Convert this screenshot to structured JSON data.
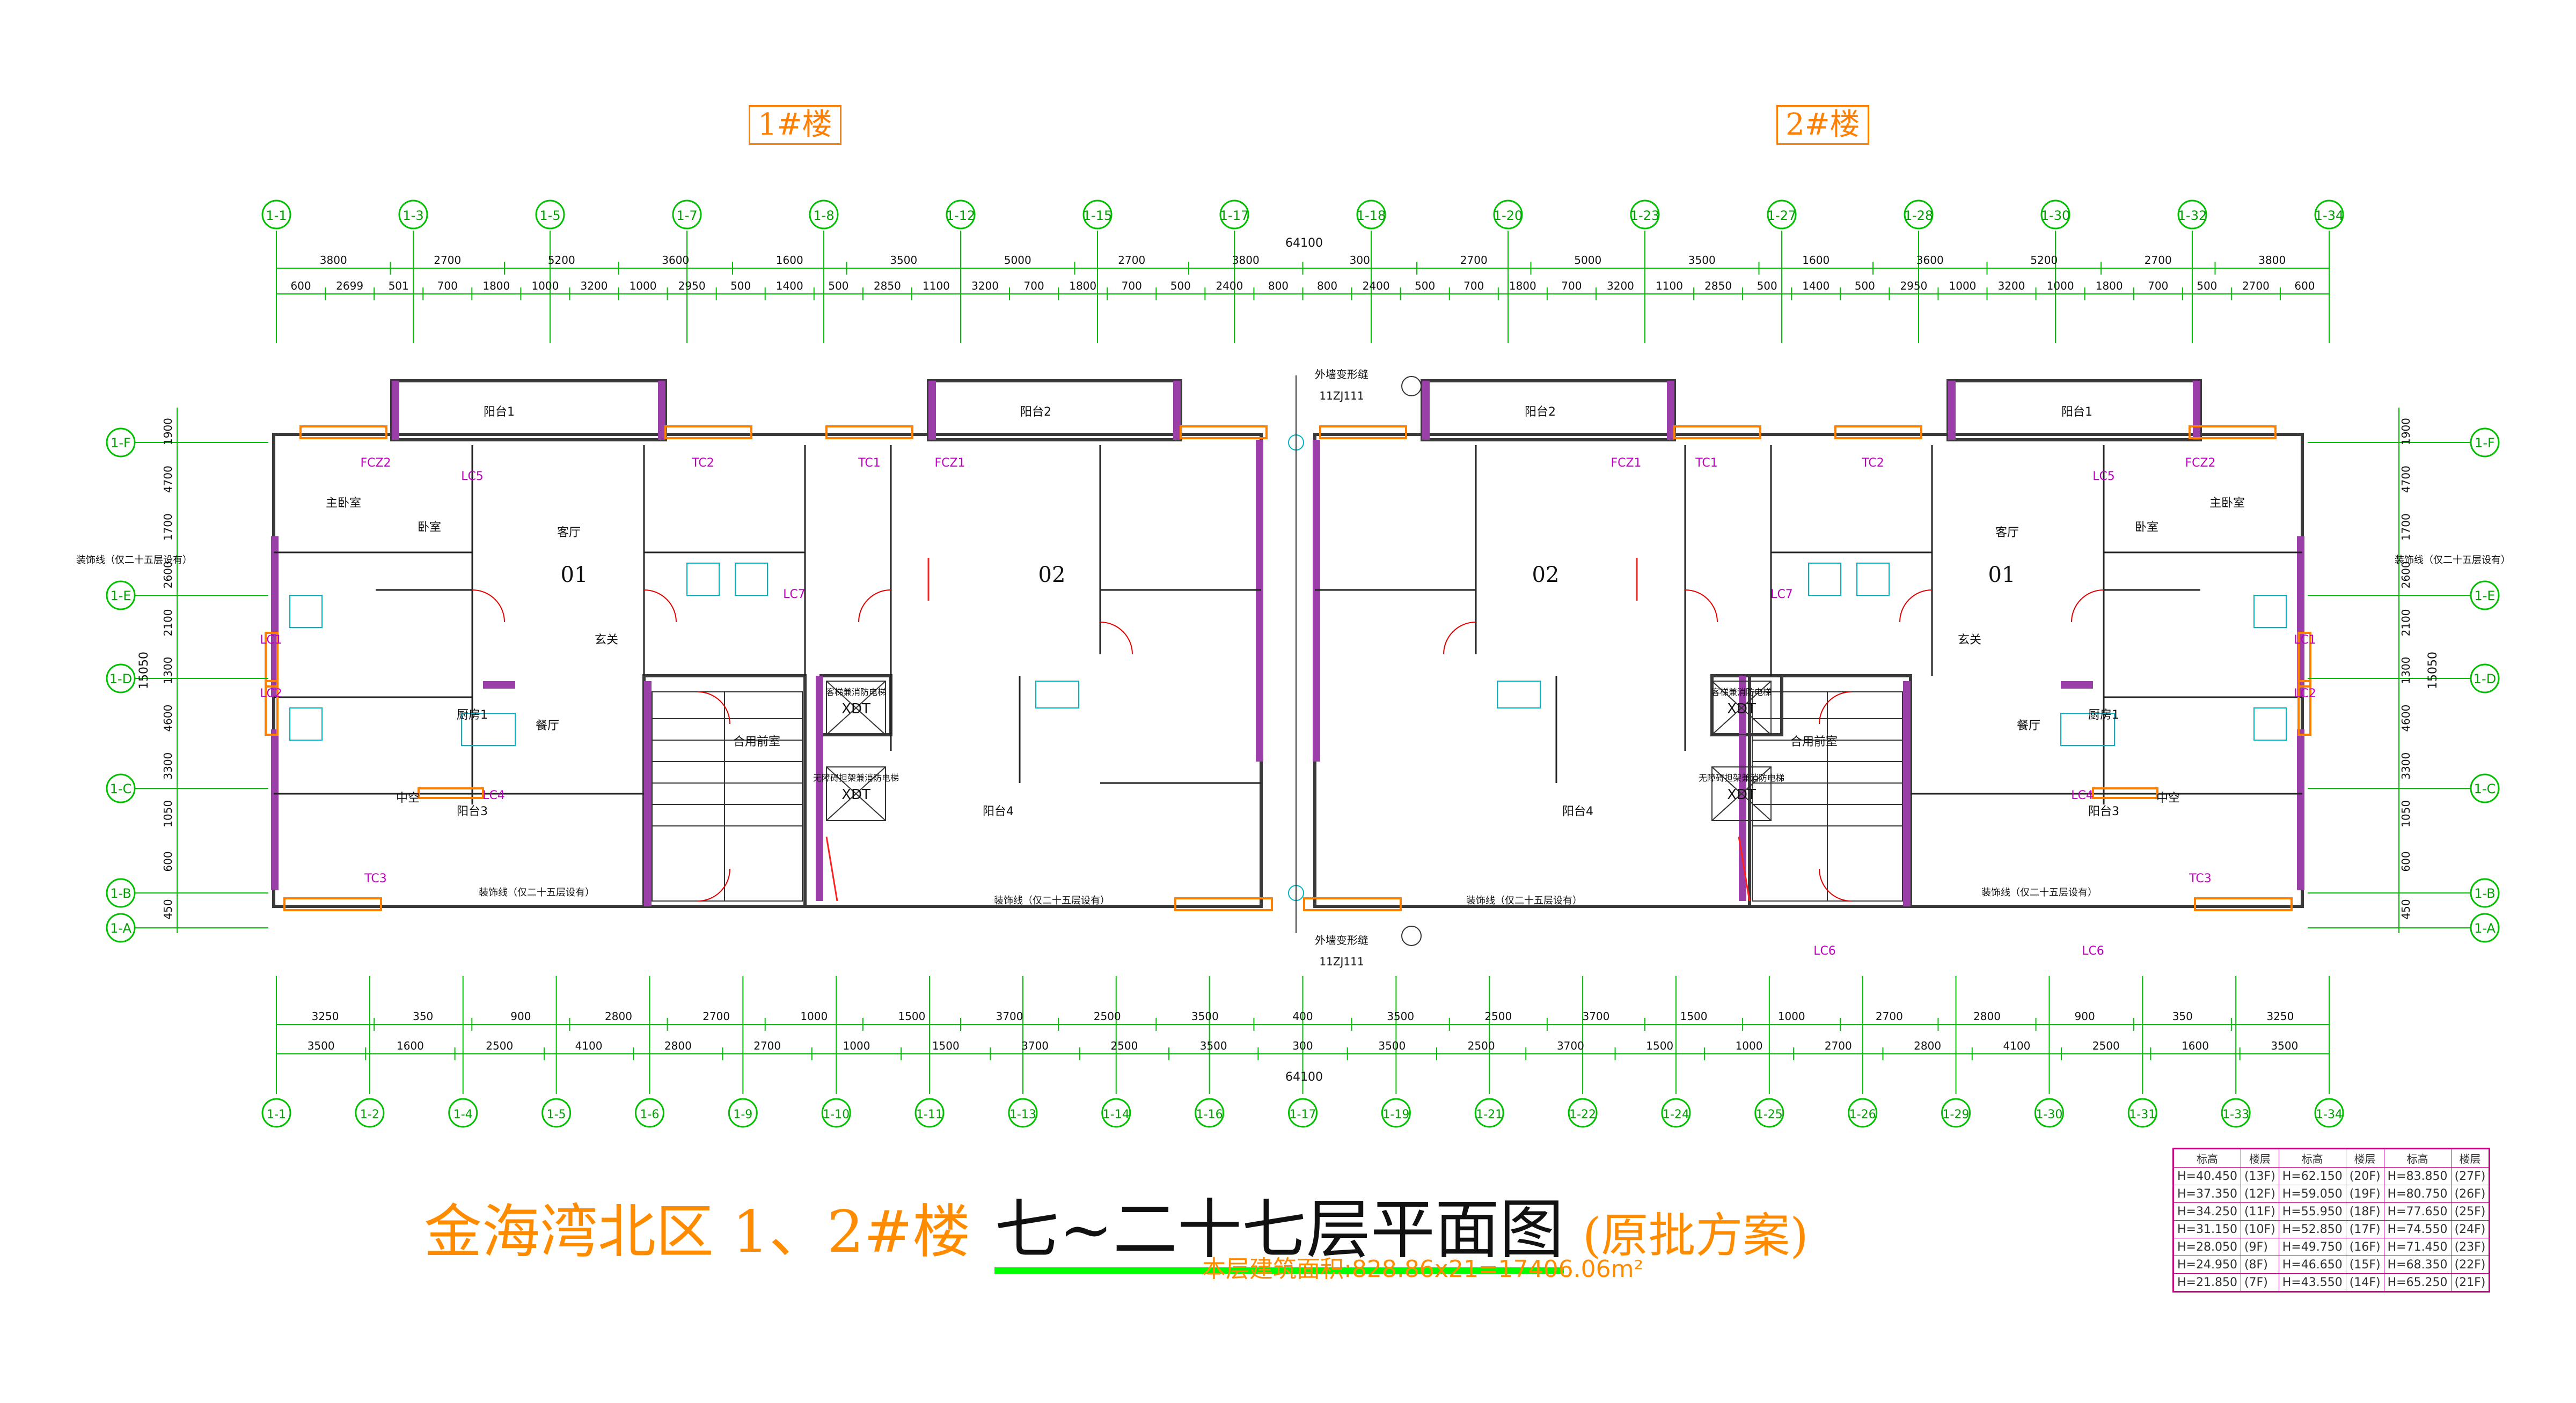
{
  "building_labels": {
    "left": "1#楼",
    "right": "2#楼"
  },
  "title": {
    "main_a": "金海湾北区 1、2#楼",
    "main_b": "七~二十七层平面图",
    "main_c": "(原批方案)",
    "area": "本层建筑面积:828.86x21=17406.06m²"
  },
  "top_axes": [
    "1-1",
    "1-3",
    "1-5",
    "1-7",
    "1-8",
    "1-12",
    "1-15",
    "1-17",
    "1-18",
    "1-20",
    "1-23",
    "1-27",
    "1-28",
    "1-30",
    "1-32",
    "1-34"
  ],
  "bottom_axes": [
    "1-1",
    "1-2",
    "1-4",
    "1-5",
    "1-6",
    "1-9",
    "1-10",
    "1-11",
    "1-13",
    "1-14",
    "1-16",
    "1-17",
    "1-19",
    "1-21",
    "1-22",
    "1-24",
    "1-25",
    "1-26",
    "1-29",
    "1-30",
    "1-31",
    "1-33",
    "1-34"
  ],
  "left_axes": [
    "1-F",
    "1-E",
    "1-D",
    "1-C",
    "1-B",
    "1-A"
  ],
  "total_width": "64100",
  "dims_top_row1": [
    "3800",
    "2700",
    "5200",
    "3600",
    "1600",
    "3500",
    "5000",
    "2700",
    "3800",
    "300",
    "2700",
    "5000",
    "3500",
    "1600",
    "3600",
    "5200",
    "2700",
    "3800"
  ],
  "dims_top_row2": [
    "600",
    "2699",
    "501",
    "700",
    "1800",
    "1000",
    "3200",
    "1000",
    "2950",
    "500",
    "1400",
    "500",
    "2850",
    "1100",
    "3200",
    "700",
    "1800",
    "700",
    "500",
    "2400",
    "800",
    "800",
    "2400",
    "500",
    "700",
    "1800",
    "700",
    "3200",
    "1100",
    "2850",
    "500",
    "1400",
    "500",
    "2950",
    "1000",
    "3200",
    "1000",
    "1800",
    "700",
    "500",
    "2700",
    "600"
  ],
  "dims_bottom_row1": [
    "3250",
    "350",
    "900",
    "2800",
    "2700",
    "1000",
    "1500",
    "3700",
    "2500",
    "3500",
    "400",
    "3500",
    "2500",
    "3700",
    "1500",
    "1000",
    "2700",
    "2800",
    "900",
    "350",
    "3250"
  ],
  "dims_bottom_row2": [
    "3500",
    "1600",
    "2500",
    "4100",
    "2800",
    "2700",
    "1000",
    "1500",
    "3700",
    "2500",
    "3500",
    "300",
    "3500",
    "2500",
    "3700",
    "1500",
    "1000",
    "2700",
    "2800",
    "4100",
    "2500",
    "1600",
    "3500"
  ],
  "dims_left": [
    "1900",
    "4700",
    "1700",
    "2600",
    "2100",
    "1300",
    "4600",
    "3300",
    "1050",
    "600",
    "450"
  ],
  "dims_left_total": "15050",
  "room_labels": [
    "主卧室",
    "卧室",
    "客厅",
    "餐厅",
    "玄关",
    "阳台1",
    "阳台2",
    "阳台3",
    "阳台4",
    "厨房1",
    "中空",
    "合用前室"
  ],
  "shaft_labels": [
    {
      "code": "XDT",
      "text": "客梯兼消防电梯"
    },
    {
      "code": "XDT",
      "text": "无障碍担架兼消防电梯"
    }
  ],
  "window_codes": [
    "TC1",
    "TC2",
    "TC3",
    "LC1",
    "LC2",
    "LC4",
    "LC5",
    "LC6",
    "LC7",
    "FCZ2",
    "FCZ1"
  ],
  "unit_marks": [
    "01",
    "02",
    "02",
    "01"
  ],
  "notes": {
    "decor_line": "装饰线（仅二十五层设有）",
    "outer_wall": "外墙变形缝",
    "std_ref": "11ZJ111"
  },
  "legend": {
    "headers": [
      "标高",
      "楼层",
      "标高",
      "楼层",
      "标高",
      "楼层"
    ],
    "rows": [
      [
        "H=40.450",
        "(13F)",
        "H=62.150",
        "(20F)",
        "H=83.850",
        "(27F)"
      ],
      [
        "H=37.350",
        "(12F)",
        "H=59.050",
        "(19F)",
        "H=80.750",
        "(26F)"
      ],
      [
        "H=34.250",
        "(11F)",
        "H=55.950",
        "(18F)",
        "H=77.650",
        "(25F)"
      ],
      [
        "H=31.150",
        "(10F)",
        "H=52.850",
        "(17F)",
        "H=74.550",
        "(24F)"
      ],
      [
        "H=28.050",
        "(9F)",
        "H=49.750",
        "(16F)",
        "H=71.450",
        "(23F)"
      ],
      [
        "H=24.950",
        "(8F)",
        "H=46.650",
        "(15F)",
        "H=68.350",
        "(22F)"
      ],
      [
        "H=21.850",
        "(7F)",
        "H=43.550",
        "(14F)",
        "H=65.250",
        "(21F)"
      ]
    ]
  }
}
